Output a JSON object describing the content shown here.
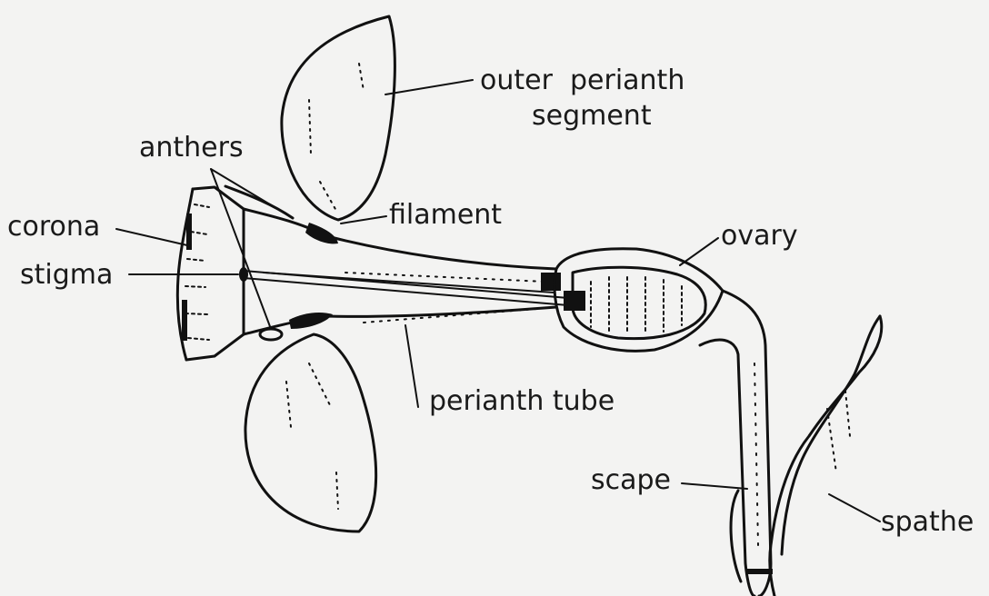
{
  "diagram": {
    "labels": {
      "outer_perianth_line1": "outer  perianth",
      "outer_perianth_line2": "segment",
      "anthers": "anthers",
      "filament": "filament",
      "corona": "corona",
      "ovary": "ovary",
      "stigma": "stigma",
      "perianth_tube": "perianth tube",
      "scape": "scape",
      "spathe": "spathe"
    }
  }
}
